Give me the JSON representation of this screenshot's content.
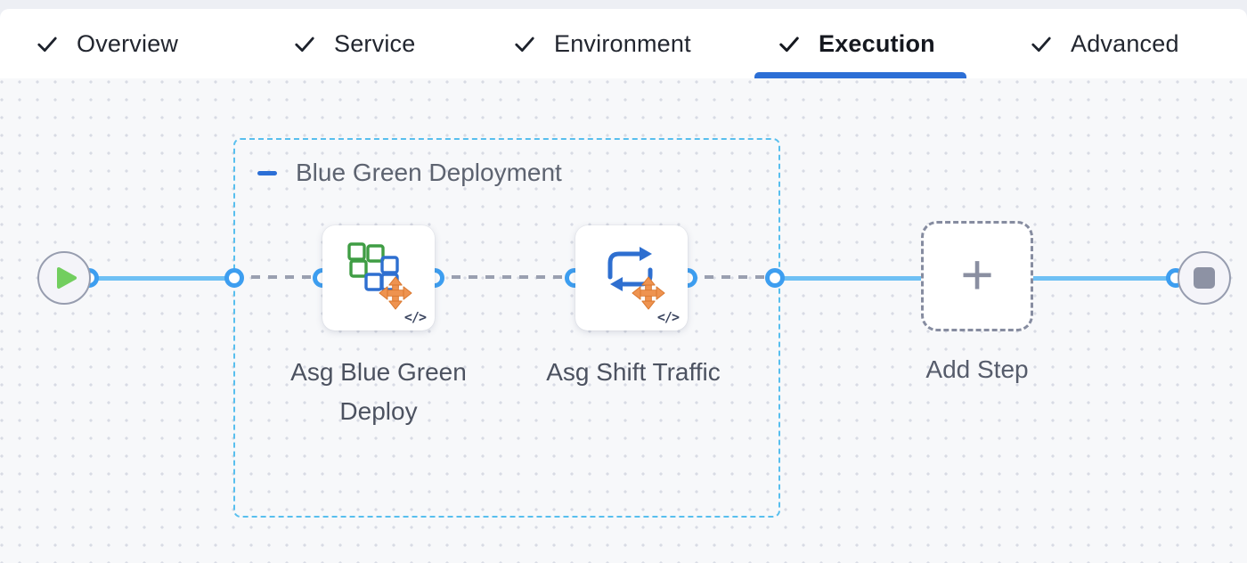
{
  "tab_bar": {
    "tabs": [
      {
        "label": "Overview",
        "checked": true,
        "active": false
      },
      {
        "label": "Service",
        "checked": true,
        "active": false
      },
      {
        "label": "Environment",
        "checked": true,
        "active": false
      },
      {
        "label": "Execution",
        "checked": true,
        "active": true
      },
      {
        "label": "Advanced",
        "checked": true,
        "active": false
      }
    ]
  },
  "pipeline": {
    "group": {
      "label": "Blue Green Deployment",
      "collapse_icon": "minus-icon"
    },
    "start_node": {
      "icon": "play-icon"
    },
    "steps": [
      {
        "label": "Asg Blue Green Deploy",
        "icon": "asg-blue-green-deploy-icon",
        "code_badge": "</>"
      },
      {
        "label": "Asg Shift Traffic",
        "icon": "asg-shift-traffic-icon",
        "code_badge": "</>"
      }
    ],
    "add_step": {
      "label": "Add Step",
      "plus": "+"
    },
    "end_node": {
      "icon": "stop-icon"
    }
  },
  "colors": {
    "accent_blue": "#2c6fd6",
    "connector_ring_blue": "#3d9ef0",
    "flow_line_blue": "#6ec0f4",
    "group_border_cyan": "#58bfee",
    "dashed_connector_gray": "#9aa0b0",
    "success_green": "#72ce5f",
    "stop_gray": "#8d92a4",
    "icon_orange": "#ee9350",
    "icon_green": "#3f9d44",
    "icon_blue": "#2e6fd0"
  }
}
